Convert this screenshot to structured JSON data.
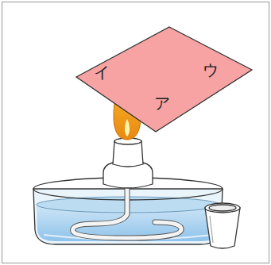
{
  "diagram": {
    "labels": [
      "イ",
      "ア",
      "ウ"
    ]
  }
}
